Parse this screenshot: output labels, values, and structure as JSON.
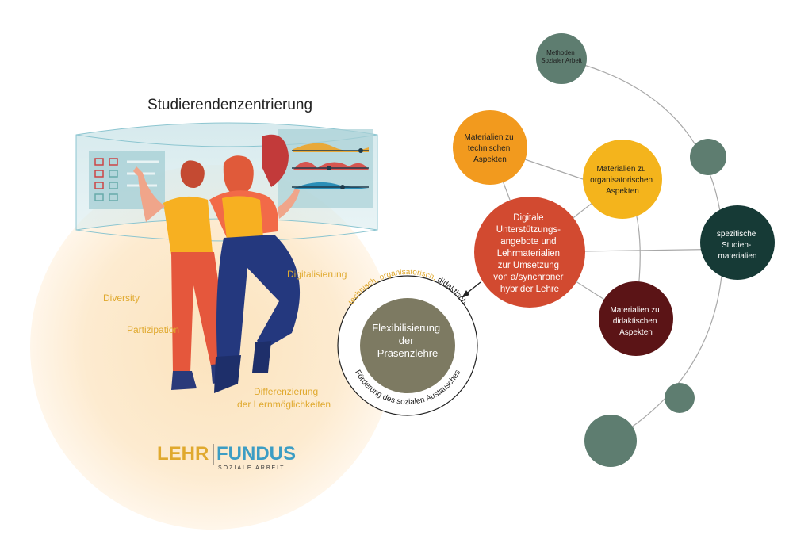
{
  "title": "Studierendenzentrierung",
  "values": {
    "diversity": "Diversity",
    "partizipation": "Partizipation",
    "digitalisierung": "Digitalisierung",
    "differenzierung_1": "Differenzierung",
    "differenzierung_2": "der Lernmöglichkeiten"
  },
  "logo": {
    "part1": "LEHR",
    "part2": "FUNDUS",
    "sub": "SOZIALE ARBEIT"
  },
  "center_ring": {
    "lines": [
      "Flexibilisierung",
      "der",
      "Präsenzlehre"
    ],
    "arc_top_part1": "technisch, organisatorisch,",
    "arc_top_part2": " didaktisch",
    "arc_bottom": "Förderung des sozialen Austausches"
  },
  "nodes": {
    "methoden": [
      "Methoden",
      "Sozialer Arbeit"
    ],
    "technisch": [
      "Materialien zu",
      "technischen",
      "Aspekten"
    ],
    "organisatorisch": [
      "Materialien zu",
      "organisatorischen",
      "Aspekten"
    ],
    "digital": [
      "Digitale",
      "Unterstützungs-",
      "angebote und",
      "Lehrmaterialien",
      "zur Umsetzung",
      "von a/synchroner",
      "hybrider Lehre"
    ],
    "spezifisch": [
      "spezifische",
      "Studien-",
      "materialien"
    ],
    "didaktisch": [
      "Materialien zu",
      "didaktischen",
      "Aspekten"
    ]
  },
  "colors": {
    "gold": "#e0a92e",
    "blue": "#3c9dc4",
    "orange": "#f29a1e",
    "yellow": "#f4b41c",
    "red": "#d24a30",
    "darkred": "#5b1416",
    "darkteal": "#163a36",
    "gray_green": "#5e7d70",
    "olive": "#7d7a62",
    "peach": "#fbe6c3"
  }
}
